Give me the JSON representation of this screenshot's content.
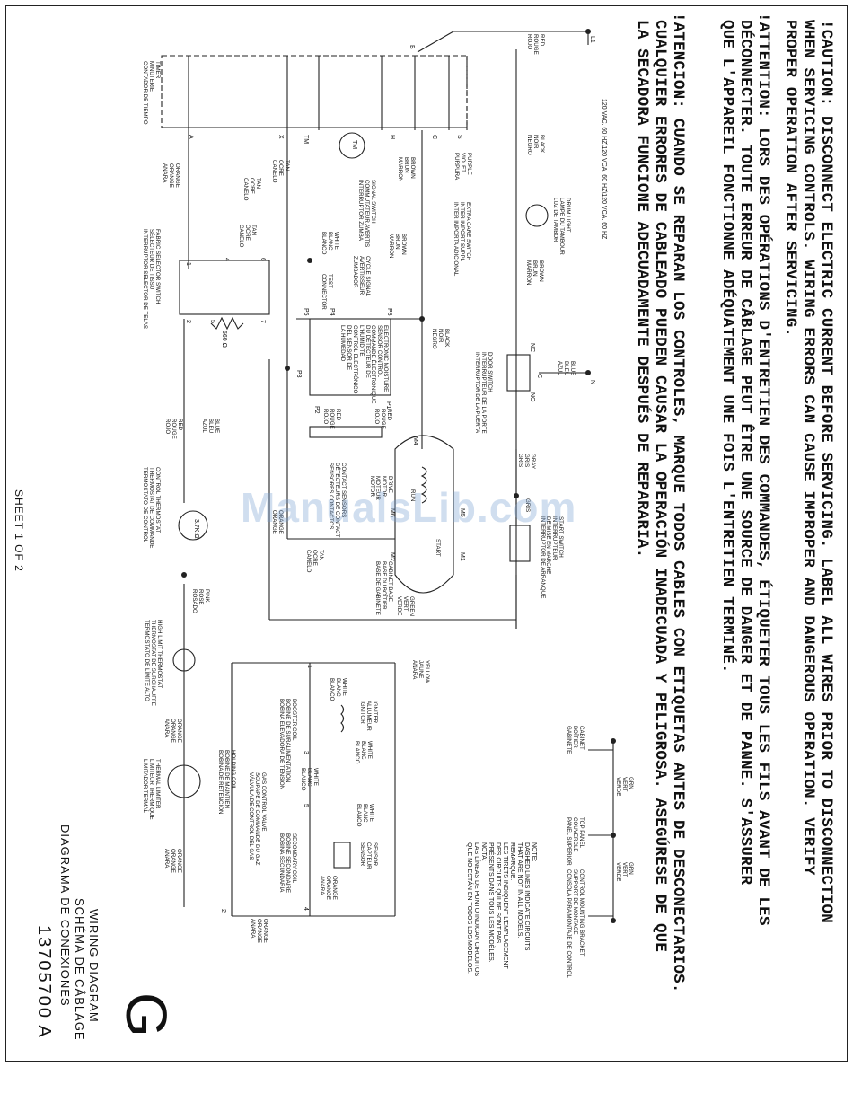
{
  "warnings": {
    "caution_1": "!CAUTION: DISCONNECT ELECTRIC CURRENT BEFORE SERVICING. LABEL ALL WIRES PRIOR TO DISCONNECTION",
    "caution_2": "WHEN SERVICING CONTROLS. WIRING ERRORS CAN CAUSE IMPROPER AND DANGEROUS OPERATION. VERIFY",
    "caution_3": "PROPER OPERATION AFTER SERVICING.",
    "attention_1": "!ATTENTION: LORS DES OPÉRATIONS D'ENTRETIEN DES COMMANDES, ÉTIQUETER TOUS LES FILS AVANT DE LES",
    "attention_2": "DÉCONNECTER. TOUTE ERREUR DE CÂBLAGE PEUT ÊTRE UNE SOURCE DE DANGER ET DE PANNE. S'ASSURER",
    "attention_3": "QUE L'APPAREIL FONCTIONNE ADÉQUATEMENT UNE FOIS L'ENTRETIEN TERMINÉ.",
    "atencion_1": "!ATENCION: CUANDO SE REPARAN LOS CONTROLES, MARQUE TODOS CABLES CON ETIQUETAS ANTES DE DESCONECTARIOS.",
    "atencion_2": "CUALQUIER ERRORES DE CABLEADO PUEDEN CAUSAR LA OPERACIÓN INADECUADA Y PELIGROSA. ASEGÚRESE DE QUE",
    "atencion_3": "LA SECADORA FUNCIONE ADECUADAMENTE DESPUÉS DE REPARARIA."
  },
  "supply": "120 VAC, 60 HZ\\120 VCA, 60 HZ\\120 VCA, 60 HZ",
  "terminals": {
    "l1": "L1",
    "n": "N",
    "b": "B",
    "a": "A",
    "x": "X",
    "tm": "TM",
    "h": "H",
    "c": "C",
    "s": "S",
    "m4": "M4",
    "m5": "M5",
    "m6": "M6",
    "m1": "M1",
    "m2": "M2",
    "p1": "P1",
    "p2": "P2",
    "p3": "P3",
    "p4": "P4",
    "p5": "P5",
    "p8": "P8",
    "t1": "1",
    "t2": "2",
    "t3": "3",
    "t4": "4",
    "t5": "5",
    "t6": "6",
    "t7": "7",
    "no": "NO",
    "nc": "NC",
    "c2": "C"
  },
  "wires": {
    "red": [
      "RED",
      "ROUGE",
      "ROJO"
    ],
    "black": [
      "BLACK",
      "NOIR",
      "NEGRO"
    ],
    "blue": [
      "BLUE",
      "BLEU",
      "AZUL"
    ],
    "gray": [
      "GRAY",
      "GRIS",
      "GRIS"
    ],
    "purple": [
      "PURPLE",
      "VIOLET",
      "PURPURA"
    ],
    "brown": [
      "BROWN",
      "BRUN",
      "MARRON"
    ],
    "tan": [
      "TAN",
      "OCRE",
      "CANELO"
    ],
    "orange": [
      "ORANGE",
      "ORANGE",
      "ANARA"
    ],
    "white": [
      "WHITE",
      "BLANC",
      "BLANCO"
    ],
    "yellow": [
      "YELLOW",
      "JAUNE",
      "ANARA"
    ],
    "green": [
      "GREEN",
      "VERT",
      "VERDE"
    ],
    "pink": [
      "PINK",
      "ROSE",
      "ROSADO"
    ],
    "grn": [
      "GRN",
      "VERT",
      "VERDE"
    ]
  },
  "components": {
    "timer": [
      "TIMER",
      "MINUTERIE",
      "CONTADOR DE TIEMPO"
    ],
    "tm": "TM",
    "signal_switch": [
      "SIGNAL SWITCH",
      "COMMUTATEUR AVERTIS",
      "INTERRUPTOR ZUMBA"
    ],
    "cycle_signal": [
      "CYCLE SIGNAL",
      "AVERTISSEUR",
      "ZUMBADOR"
    ],
    "extra_care": [
      "EXTRA CARE SWITCH",
      "INTER IMPORT SUPPL",
      "INTER IMPORTA ADICIONAL"
    ],
    "drum_light": [
      "DRUM LIGHT",
      "LAMPE DU TAMBOUR",
      "LUZ DE TAMBOR"
    ],
    "door_switch": [
      "DOOR SWITCH",
      "INTERRUPTEUR DE LA PORTE",
      "INTERRUPTOR DE LA PUERTA"
    ],
    "start_switch": [
      "START SWITCH",
      "INTERRUPTEUR",
      "DE MISE EN MARCHE",
      "INTERRUPTOR DE ARRANQUE"
    ],
    "test_connector": [
      "TEST",
      "CONNECTOR"
    ],
    "moisture": [
      "ELECTRONIC MOISTURE",
      "SENSOR CONTROL",
      "COMMANDE ÉLECTRONIQUE",
      "DU DÉTECTEUR DE",
      "L'HUMIDITÉ",
      "CONTROL ELECTRÓNICO",
      "DEL SENSOR DE",
      "LA HUMEDAD"
    ],
    "sensors": [
      "CONTACT SENSORS",
      "DÉTECTEURS DE CONTACT",
      "SENSORES CONTACTOS"
    ],
    "motor": [
      "DRIVE",
      "MOTOR",
      "MOTEUR",
      "MOTOR"
    ],
    "run": "RUN",
    "start": "START",
    "cabinet_base": [
      "CABINET BASE",
      "BASE DU BOÎTIER",
      "BASE DE GABINETE"
    ],
    "fabric": [
      "FABRIC SELECTOR SWITCH",
      "SÉLECTEUR DE TISSU",
      "INTERRUPTOR SELECTOR DE TELAS"
    ],
    "resistor": "560 Ω",
    "control_thermostat": [
      "CONTROL THERMOSTAT",
      "THERMOSTAT DE COMMANDE",
      "TERMOSTATO DE CONTROL"
    ],
    "control_resistor": "3.7K Ω",
    "hilimit": [
      "HIGH LIMIT THERMOSTAT",
      "THERMOSTAT DE SURCHAUFFE",
      "TERMOSTATO DE LÍMITE ALTO"
    ],
    "thermal_limiter": [
      "THERMAL LIMITER",
      "LIMITEUR THERMIQUE",
      "LIMITADOR TERMAL"
    ],
    "igniter": [
      "IGNITER",
      "ALLUMEUR",
      "IGNITOR"
    ],
    "booster": [
      "BOOSTER COIL",
      "BOBINE DE SURALIMENTATION",
      "BOBINA ELEVADORA DE TENSION"
    ],
    "holding": [
      "HOLDING COIL",
      "BOBINE DE MAINTIEN",
      "BOBINA DE RETENCIÓN"
    ],
    "gas_valve": [
      "GAS CONTROL VALVE",
      "SOUPAPE DE COMMANDE DU GAZ",
      "VÁLVULA DE CONTROL DEL GAS"
    ],
    "secondary": [
      "SECONDARY COIL",
      "BOBINE SECONDAIRE",
      "BOBINA SECUNDARIA"
    ],
    "sensor": [
      "SENSOR",
      "CAPTEUR",
      "SENSOR"
    ],
    "cabinet": [
      "CABINET",
      "BOÎTIER",
      "GABINETE"
    ],
    "top_panel": [
      "TOP PANEL",
      "COUVERCLE",
      "PANEL SUPERIOR"
    ],
    "bracket": [
      "CONTROL MOUNTING BRACKET",
      "SUPPORT DE MONTAGE",
      "CONSOLA PARA MONTAJE DE CONTROL"
    ]
  },
  "notes": {
    "n1": "NOTE:",
    "n2": "DASHED LINES INDICATE CIRCUITS",
    "n3": "THAT ARE NOT IN ALL MODELS.",
    "n4": "REMARQUE:",
    "n5": "LES TIRETS INDIQUENT L'EMPLACEMENT",
    "n6": "DES CIRCUITS QUI NE SONT PAS",
    "n7": "PRÉSENTS DANS TOUS LES MODÈLES.",
    "n8": "NOTA:",
    "n9": "LAS LÍNEAS DE PUNTO INDICAN CIRCUITOS",
    "n10": "QUE NO ESTÁN EN TODOS LOS MODELOS."
  },
  "footer": {
    "sheet": "SHEET 1 OF 2",
    "title_en": "WIRING DIAGRAM",
    "title_fr": "SCHÉMA DE CÂBLAGE",
    "title_es": "DIAGRAMA DE CONEXIONES",
    "part_number": "13705700 A",
    "letter": "G"
  },
  "watermark": "ManualsLib.com"
}
